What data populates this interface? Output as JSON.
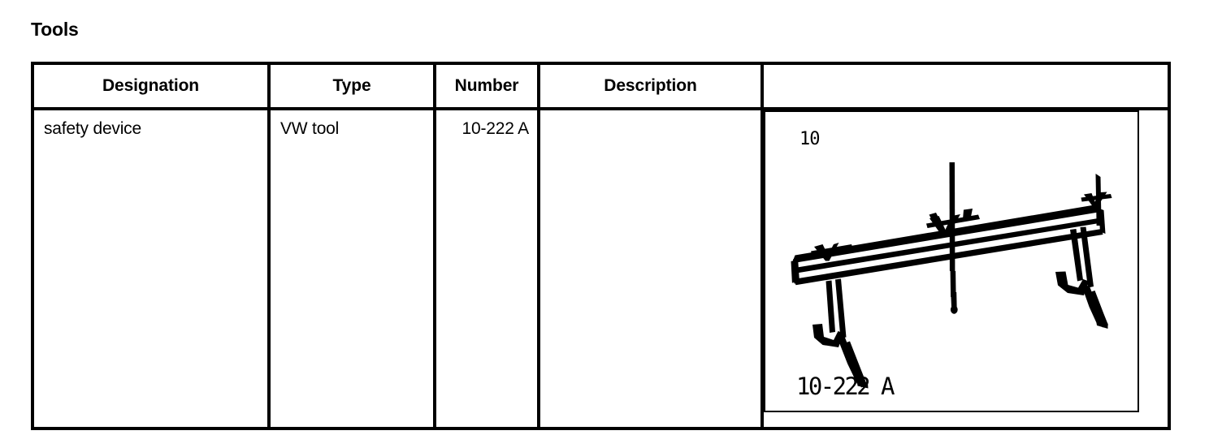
{
  "heading": "Tools",
  "table": {
    "columns": [
      {
        "key": "designation",
        "label": "Designation"
      },
      {
        "key": "type",
        "label": "Type"
      },
      {
        "key": "number",
        "label": "Number"
      },
      {
        "key": "description",
        "label": "Description"
      },
      {
        "key": "figure",
        "label": ""
      }
    ],
    "rows": [
      {
        "designation": "safety device",
        "type": "VW tool",
        "number": "10-222 A",
        "description": "",
        "figure": {
          "top_label": "10",
          "caption": "10-222 A",
          "illustration": "support-bar-tool-line-drawing"
        }
      }
    ]
  },
  "colors": {
    "ink": "#000000",
    "paper": "#ffffff"
  }
}
